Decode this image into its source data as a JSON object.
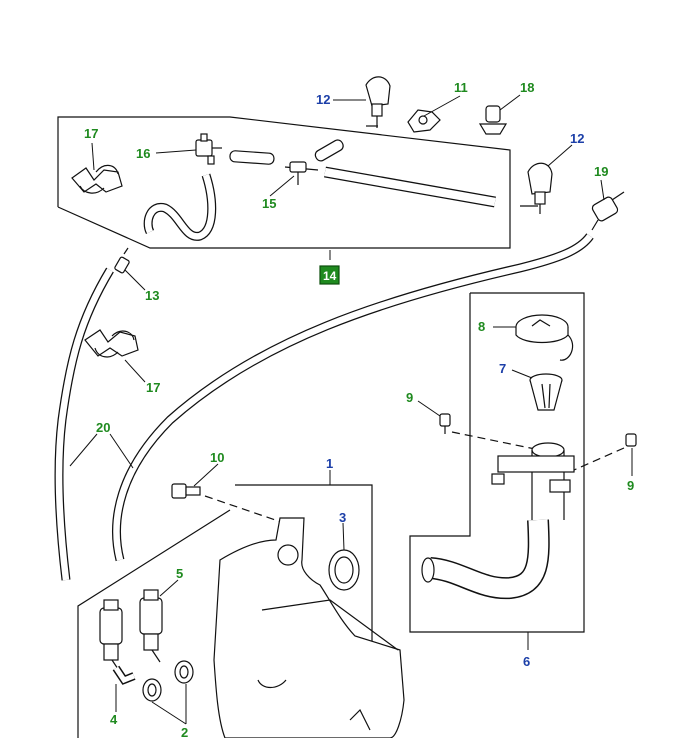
{
  "diagram": {
    "callouts": {
      "c1": "1",
      "c2": "2",
      "c3": "3",
      "c4": "4",
      "c5": "5",
      "c6": "6",
      "c7": "7",
      "c8": "8",
      "c9a": "9",
      "c9b": "9",
      "c10": "10",
      "c11": "11",
      "c12a": "12",
      "c12b": "12",
      "c13": "13",
      "c14": "14",
      "c15": "15",
      "c16": "16",
      "c17a": "17",
      "c17b": "17",
      "c18": "18",
      "c19": "19",
      "c20": "20"
    },
    "colors": {
      "line": "#111111",
      "callout_green": "#1f8a1f",
      "callout_blue": "#1c3fa8",
      "badge_fill": "#1f8a1f"
    }
  }
}
